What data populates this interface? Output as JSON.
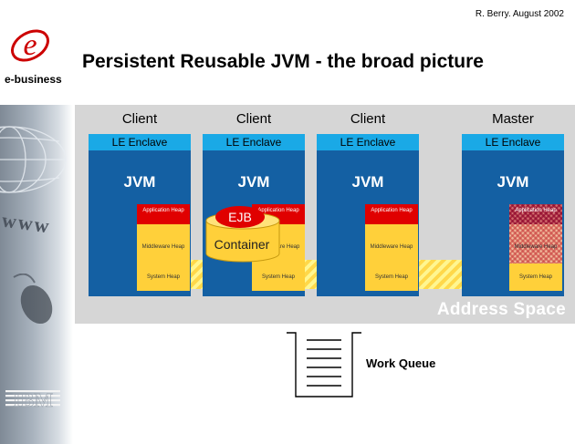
{
  "header": {
    "author_date": "R. Berry.  August 2002",
    "logo_text": "e-business",
    "title": "Persistent Reusable JVM - the broad picture"
  },
  "sidebar": {
    "www_text": "www",
    "ibm_logo": "IBM"
  },
  "diagram": {
    "address_space_label": "Address Space",
    "columns": [
      {
        "title": "Client",
        "enclave": "LE Enclave",
        "jvm": "JVM",
        "app_heap": "Application Heap",
        "mid_heap": "Middleware Heap",
        "sys_heap": "System Heap"
      },
      {
        "title": "Client",
        "enclave": "LE Enclave",
        "jvm": "JVM",
        "app_heap": "Application Heap",
        "mid_heap": "Middleware Heap",
        "sys_heap": "System Heap"
      },
      {
        "title": "Client",
        "enclave": "LE Enclave",
        "jvm": "JVM",
        "app_heap": "Application Heap",
        "mid_heap": "Middleware Heap",
        "sys_heap": "System Heap"
      },
      {
        "title": "Master",
        "enclave": "LE Enclave",
        "jvm": "JVM",
        "app_heap": "Application Heap",
        "mid_heap": "Middleware Heap",
        "sys_heap": "System Heap"
      }
    ],
    "ejb_label": "EJB",
    "container_label": "Container",
    "work_queue_label": "Work Queue"
  },
  "colors": {
    "enclave": "#1aa9e6",
    "jvm": "#1460a3",
    "app_heap": "#e00000",
    "heap": "#ffd03a",
    "panel": "#d6d6d6",
    "ibm_red": "#cc0000"
  }
}
